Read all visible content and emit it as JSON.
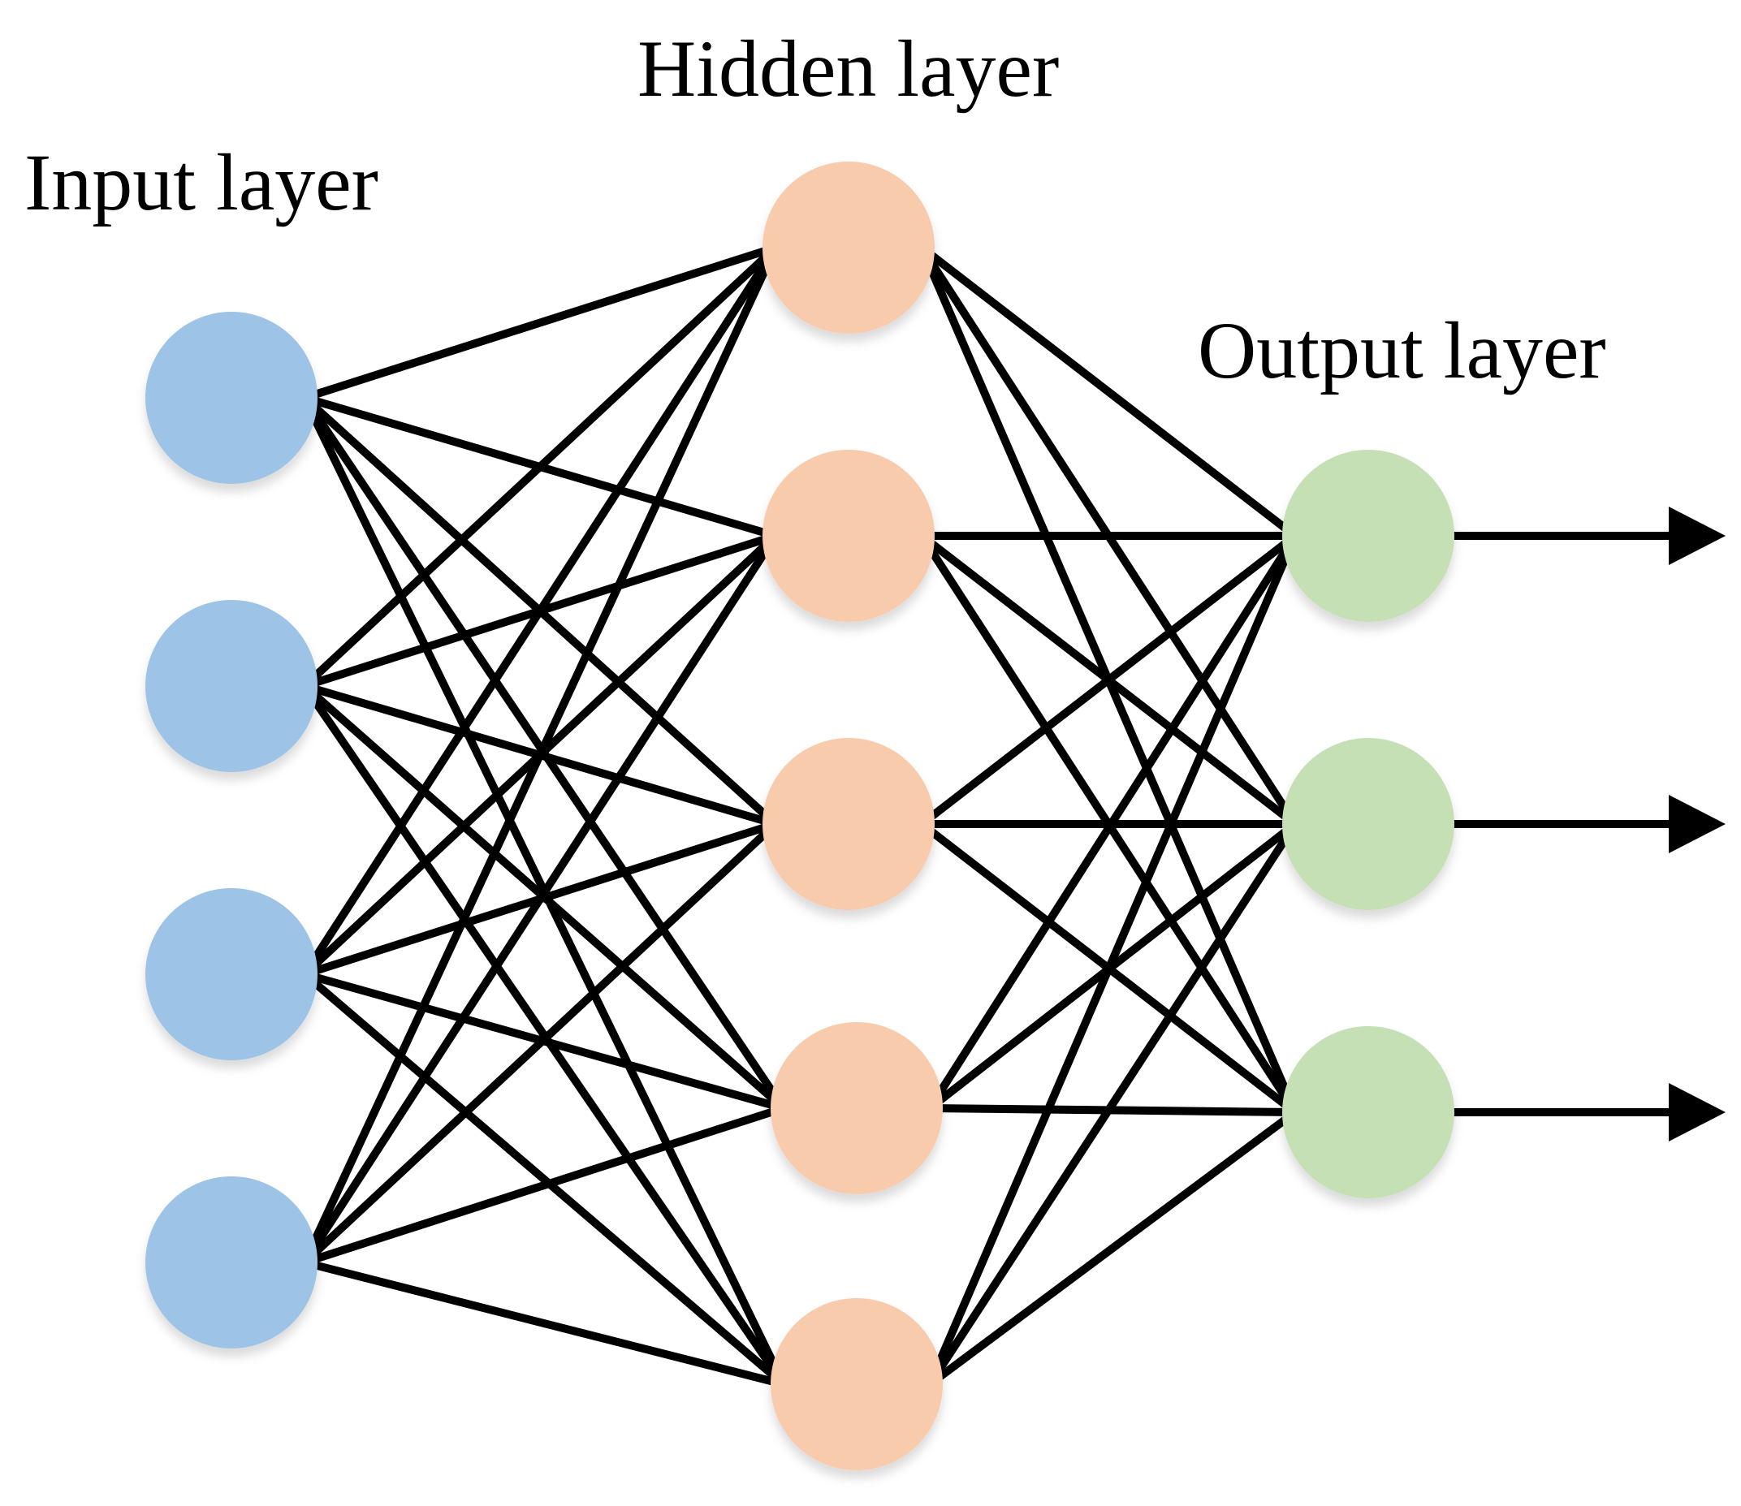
{
  "labels": {
    "input": "Input layer",
    "hidden": "Hidden layer",
    "output": "Output layer"
  },
  "layers": {
    "input": {
      "nodes": 4,
      "color": "#9dc3e6"
    },
    "hidden": {
      "nodes": 5,
      "color": "#f8cbad"
    },
    "output": {
      "nodes": 3,
      "color": "#c5e0b4"
    }
  },
  "connections": "fully-connected",
  "edge_color": "#000000"
}
